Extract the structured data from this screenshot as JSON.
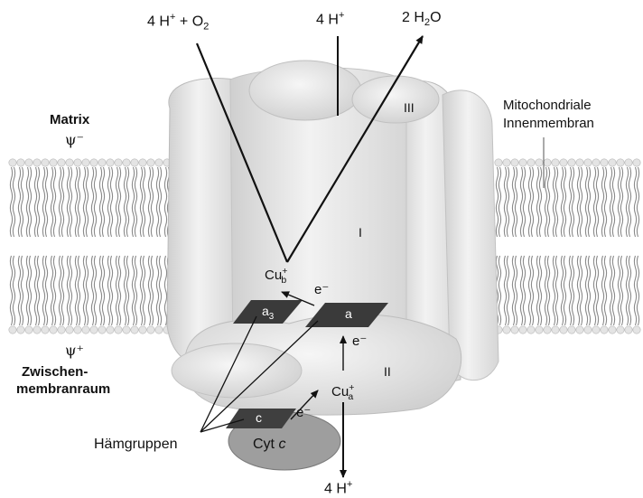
{
  "diagram": {
    "reaction": {
      "protons_in": "4 H⁺ + O₂",
      "protons_pumped": "4 H⁺",
      "water": "2 H₂O",
      "protons_bottom": "4 H⁺"
    },
    "sides": {
      "matrix": "Matrix",
      "matrix_potential": "ψ⁻",
      "intermembrane_potential": "ψ⁺",
      "intermembrane_line1": "Zwischen-",
      "intermembrane_line2": "membranraum"
    },
    "membrane": {
      "line1": "Mitochondriale",
      "line2": "Innenmembran"
    },
    "subunits": {
      "I": "I",
      "II": "II",
      "III": "III"
    },
    "centers": {
      "cu_b": "Cu⁺b",
      "cu_a": "Cu⁺a",
      "heme_a3": "a₃",
      "heme_a": "a",
      "heme_c": "c",
      "cyt_c": "Cyt c"
    },
    "electrons": {
      "e1": "e⁻",
      "e2": "e⁻",
      "e3": "e⁻"
    },
    "heme_groups": "Hämgruppen",
    "colors": {
      "protein_light": "#eeeeee",
      "protein_mid": "#d2d2d2",
      "heme_fill": "#3a3a3a",
      "lipid": "#8a8a8a",
      "line": "#111111"
    }
  }
}
